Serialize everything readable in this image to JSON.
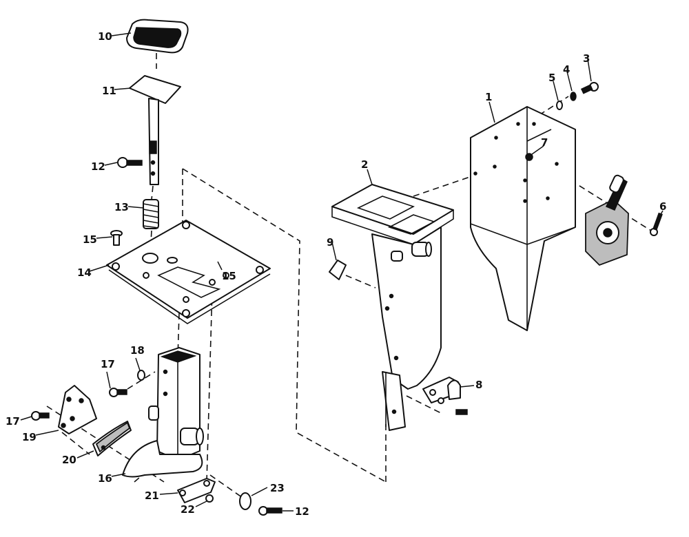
{
  "callouts": [
    "1",
    "2",
    "3",
    "4",
    "5",
    "6",
    "7",
    "8",
    "9",
    "10",
    "11",
    "12",
    "13",
    "14",
    "15",
    "16",
    "17",
    "18",
    "19",
    "20",
    "21",
    "22",
    "23"
  ],
  "labels": {
    "l10": "10",
    "l11": "11",
    "l12a": "12",
    "l13": "13",
    "l15a": "15",
    "l14": "14",
    "l15b": "15",
    "l17a": "17",
    "l18": "18",
    "l17b": "17",
    "l19": "19",
    "l20": "20",
    "l16": "16",
    "l21": "21",
    "l22": "22",
    "l23": "23",
    "l12b": "12",
    "l2": "2",
    "l9": "9",
    "l8": "8",
    "l1": "1",
    "l5": "5",
    "l4": "4",
    "l3": "3",
    "l7": "7",
    "l6": "6"
  }
}
